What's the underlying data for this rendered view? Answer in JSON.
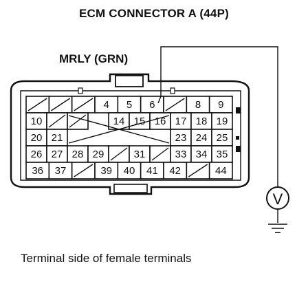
{
  "title": "ECM CONNECTOR A (44P)",
  "wire_label": "MRLY (GRN)",
  "caption": "Terminal side of female terminals",
  "meter_symbol": "V",
  "connector": {
    "rows": [
      [
        {
          "k": "x"
        },
        {
          "k": "x"
        },
        {
          "k": "x"
        },
        {
          "k": "n",
          "t": "4"
        },
        {
          "k": "n",
          "t": "5"
        },
        {
          "k": "n",
          "t": "6"
        },
        {
          "k": "x"
        },
        {
          "k": "n",
          "t": "8"
        },
        {
          "k": "n",
          "t": "9"
        }
      ],
      [
        {
          "k": "n",
          "t": "10"
        },
        {
          "k": "x"
        },
        {
          "k": "x"
        },
        {
          "k": "b"
        },
        {
          "k": "n",
          "t": "14"
        },
        {
          "k": "n",
          "t": "15"
        },
        {
          "k": "n",
          "t": "16"
        },
        {
          "k": "n",
          "t": "17"
        },
        {
          "k": "n",
          "t": "18"
        },
        {
          "k": "n",
          "t": "19"
        }
      ],
      [
        {
          "k": "n",
          "t": "20"
        },
        {
          "k": "n",
          "t": "21"
        },
        {
          "k": "b"
        },
        {
          "k": "b"
        },
        {
          "k": "b"
        },
        {
          "k": "b"
        },
        {
          "k": "b"
        },
        {
          "k": "n",
          "t": "23"
        },
        {
          "k": "n",
          "t": "24"
        },
        {
          "k": "n",
          "t": "25"
        }
      ],
      [
        {
          "k": "n",
          "t": "26"
        },
        {
          "k": "n",
          "t": "27"
        },
        {
          "k": "n",
          "t": "28"
        },
        {
          "k": "n",
          "t": "29"
        },
        {
          "k": "x"
        },
        {
          "k": "n",
          "t": "31"
        },
        {
          "k": "x"
        },
        {
          "k": "n",
          "t": "33"
        },
        {
          "k": "n",
          "t": "34"
        },
        {
          "k": "n",
          "t": "35"
        }
      ],
      [
        {
          "k": "n",
          "t": "36"
        },
        {
          "k": "n",
          "t": "37"
        },
        {
          "k": "x"
        },
        {
          "k": "n",
          "t": "39"
        },
        {
          "k": "n",
          "t": "40"
        },
        {
          "k": "n",
          "t": "41"
        },
        {
          "k": "n",
          "t": "42"
        },
        {
          "k": "x"
        },
        {
          "k": "n",
          "t": "44"
        }
      ]
    ]
  }
}
